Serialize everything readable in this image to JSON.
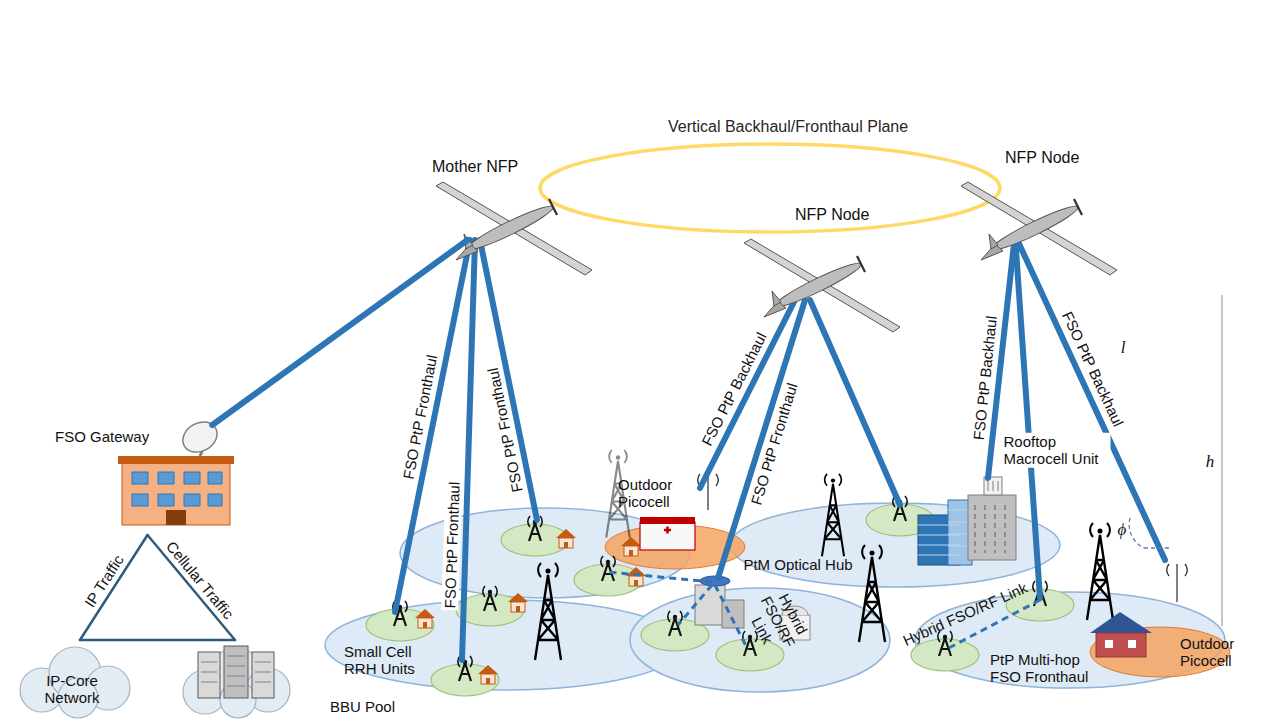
{
  "diagram": {
    "nodes": [
      {
        "text": [
          "Vertical Backhaul/Fronthaul Plane"
        ]
      },
      {
        "text": [
          "Mother NFP"
        ],
        "in": 0
      },
      {
        "text": [
          "NFP Node"
        ],
        "in": 0
      },
      {
        "text": [
          "NFP Node"
        ],
        "in": 0
      },
      {
        "text": [
          "FSO Gateway"
        ]
      },
      {
        "text": [
          "IP-Core Network"
        ]
      },
      {
        "text": [
          "BBU Pool"
        ]
      }
    ],
    "edges": [
      {
        "from": 1,
        "to": 4,
        "arrow": "none"
      },
      {
        "from": 4,
        "to": 5,
        "label": "IP Traffic",
        "arrow": "none"
      },
      {
        "from": 4,
        "to": 6,
        "label": "Cellular Traffic",
        "arrow": "none"
      },
      {
        "from": 5,
        "to": 6,
        "arrow": "none"
      }
    ],
    "labels": [
      "FSO PtP Fronthaul",
      "FSO PtP Fronthaul",
      "FSO PtP Fronthaul",
      "FSO PtP Backhaul",
      "FSO PtP Fronthaul",
      "FSO PtP Backhaul",
      "FSO PtP Backhaul",
      "l",
      "h",
      "ϕ",
      "Outdoor Picocell",
      "PtM Optical Hub",
      "Hybrid FSO/RF Link",
      "Rooftop Macrocell Unit",
      "Small Cell RRH Units",
      "Hybrid FSO/RF Link",
      "PtP Multi-hop FSO Fronthaul",
      "Outdoor Picocell"
    ]
  }
}
